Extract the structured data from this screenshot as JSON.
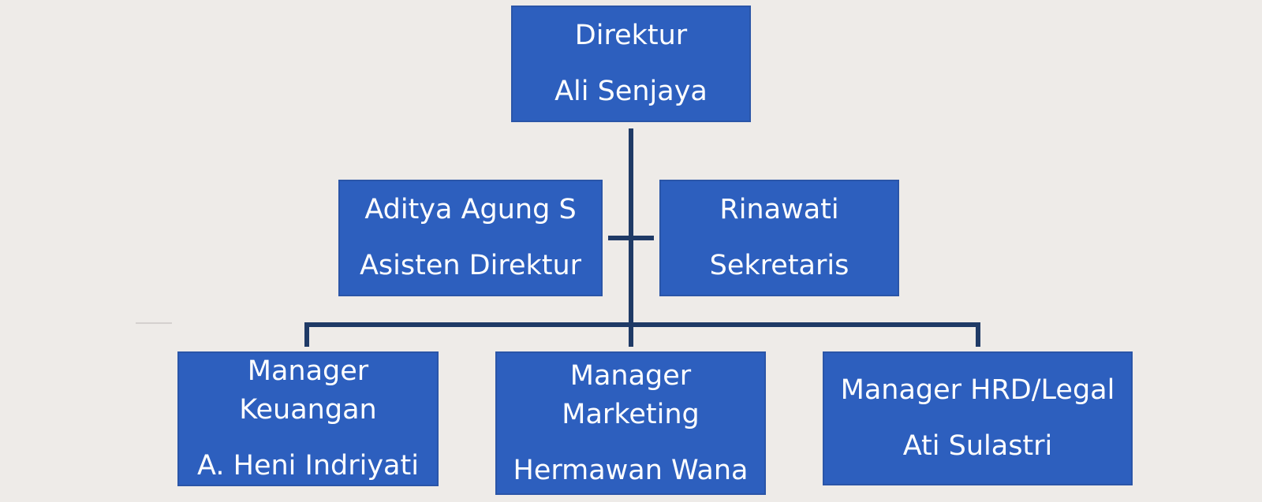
{
  "chart": {
    "nodes": {
      "direktur": {
        "role": "Direktur",
        "name": "Ali Senjaya"
      },
      "asisten_direktur": {
        "name": "Aditya Agung S",
        "role": "Asisten Direktur"
      },
      "sekretaris": {
        "name": "Rinawati",
        "role": "Sekretaris"
      },
      "manager_keuangan": {
        "role_line1": "Manager",
        "role_line2": "Keuangan",
        "name": "A. Heni Indriyati"
      },
      "manager_marketing": {
        "role_line1": "Manager",
        "role_line2": "Marketing",
        "name": "Hermawan Wana"
      },
      "manager_hrd": {
        "role": "Manager HRD/Legal",
        "name": "Ati Sulastri"
      }
    }
  },
  "colors": {
    "box_fill": "#2d5fbe",
    "box_text": "#ffffff",
    "connector": "#1f3a66",
    "background": "#eeebe8"
  }
}
